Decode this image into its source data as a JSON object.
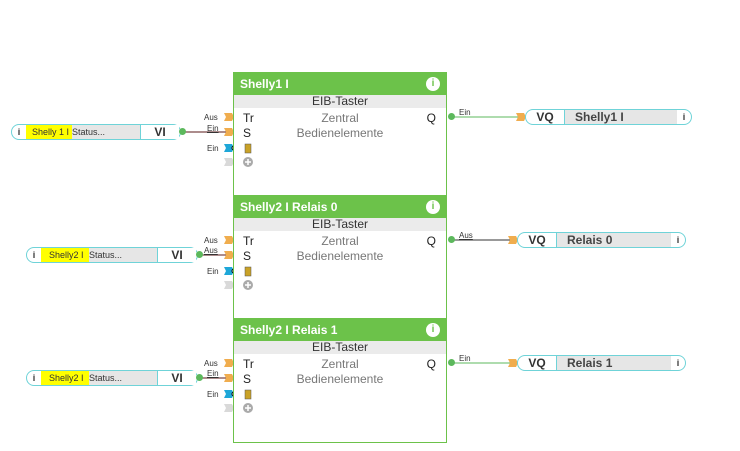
{
  "colors": {
    "block_header": "#6cc24a",
    "node_border": "#6fd3d8",
    "highlight": "#ffff00",
    "input_orange": "#f0ad4e",
    "input_blue": "#1ea7d8",
    "wire_dark": "#5a1a1a",
    "wire_green": "#5cb85c"
  },
  "rows": [
    {
      "input": {
        "info": "i",
        "highlight": "Shelly 1 I",
        "rest": "Status...",
        "type": "VI"
      },
      "block": {
        "title": "Shelly1 I",
        "info": "i",
        "subtitle": "EIB-Taster",
        "in1": "Tr",
        "in2": "S",
        "out": "Q",
        "center1": "Zentral",
        "center2": "Bedienelemente"
      },
      "labels": {
        "in1": "Aus",
        "in2": "Ein",
        "in3": "Ein",
        "out": "Ein"
      },
      "output": {
        "type": "VQ",
        "name": "Shelly1 I",
        "info": "i"
      }
    },
    {
      "input": {
        "info": "i",
        "highlight": "Shelly2 I",
        "rest": "Status...",
        "type": "VI"
      },
      "block": {
        "title": "Shelly2 I Relais 0",
        "info": "i",
        "subtitle": "EIB-Taster",
        "in1": "Tr",
        "in2": "S",
        "out": "Q",
        "center1": "Zentral",
        "center2": "Bedienelemente"
      },
      "labels": {
        "in1": "Aus",
        "in2": "Aus",
        "in3": "Ein",
        "out": "Aus"
      },
      "output": {
        "type": "VQ",
        "name": "Relais 0",
        "info": "i"
      }
    },
    {
      "input": {
        "info": "i",
        "highlight": "Shelly2 I",
        "rest": "Status...",
        "type": "VI"
      },
      "block": {
        "title": "Shelly2 I Relais 1",
        "info": "i",
        "subtitle": "EIB-Taster",
        "in1": "Tr",
        "in2": "S",
        "out": "Q",
        "center1": "Zentral",
        "center2": "Bedienelemente"
      },
      "labels": {
        "in1": "Aus",
        "in2": "Ein",
        "in3": "Ein",
        "out": "Ein"
      },
      "output": {
        "type": "VQ",
        "name": "Relais 1",
        "info": "i"
      }
    }
  ]
}
